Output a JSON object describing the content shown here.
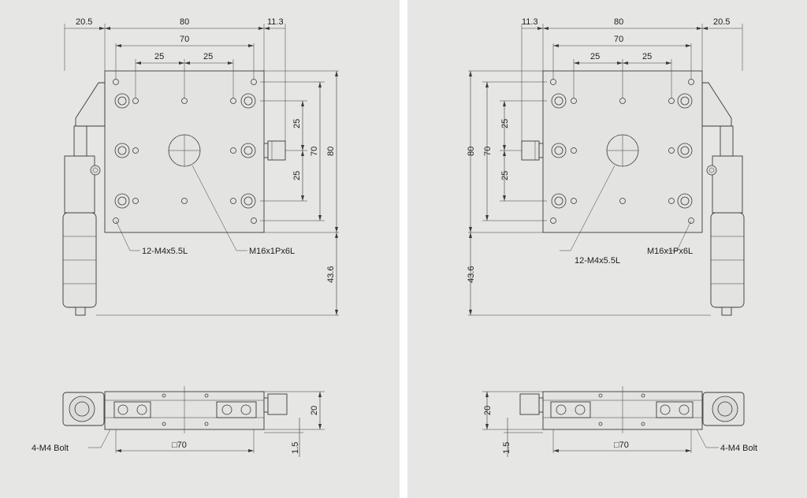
{
  "top_view": {
    "dim_left_offset": "20.5",
    "dim_width_outer": "80",
    "dim_right_offset": "11.3",
    "dim_hole_span": "70",
    "dim_pitch_a": "25",
    "dim_pitch_b": "25",
    "dim_vertical_pitch_a": "25",
    "dim_vertical_pitch_b": "25",
    "dim_vertical_span": "70",
    "dim_height_outer": "80",
    "dim_overall_height": "43.6",
    "label_holes": "12-M4x5.5L",
    "label_center_hole": "M16x1Px6L"
  },
  "side_view": {
    "dim_height": "20",
    "dim_base": "1.5",
    "dim_square": "□70",
    "label_bolts": "4-M4 Bolt"
  }
}
